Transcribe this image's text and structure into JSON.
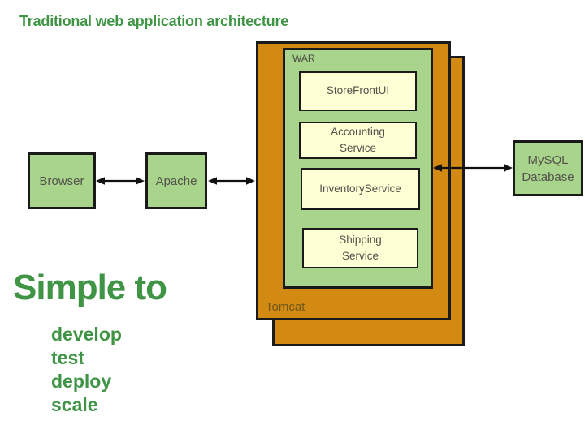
{
  "title": "Traditional web application architecture",
  "diagram": {
    "browser": "Browser",
    "apache": "Apache",
    "tomcat": "Tomcat",
    "war": "WAR",
    "services": [
      "StoreFrontUI",
      "Accounting\nService",
      "InventoryService",
      "Shipping\nService"
    ],
    "database": "MySQL\nDatabase",
    "connections": [
      {
        "from": "Browser",
        "to": "Apache",
        "bidirectional": true
      },
      {
        "from": "Apache",
        "to": "Tomcat",
        "bidirectional": true
      },
      {
        "from": "Tomcat",
        "to": "MySQL Database",
        "bidirectional": true
      }
    ]
  },
  "footer": {
    "heading": "Simple to",
    "items": [
      "develop",
      "test",
      "deploy",
      "scale"
    ]
  },
  "colors": {
    "heading_green": "#3F9545",
    "node_green": "#A8D48C",
    "container_orange": "#D28A12",
    "service_yellow": "#FFFFD6",
    "border_black": "#1A1A1A",
    "label_gray": "#52524A"
  }
}
